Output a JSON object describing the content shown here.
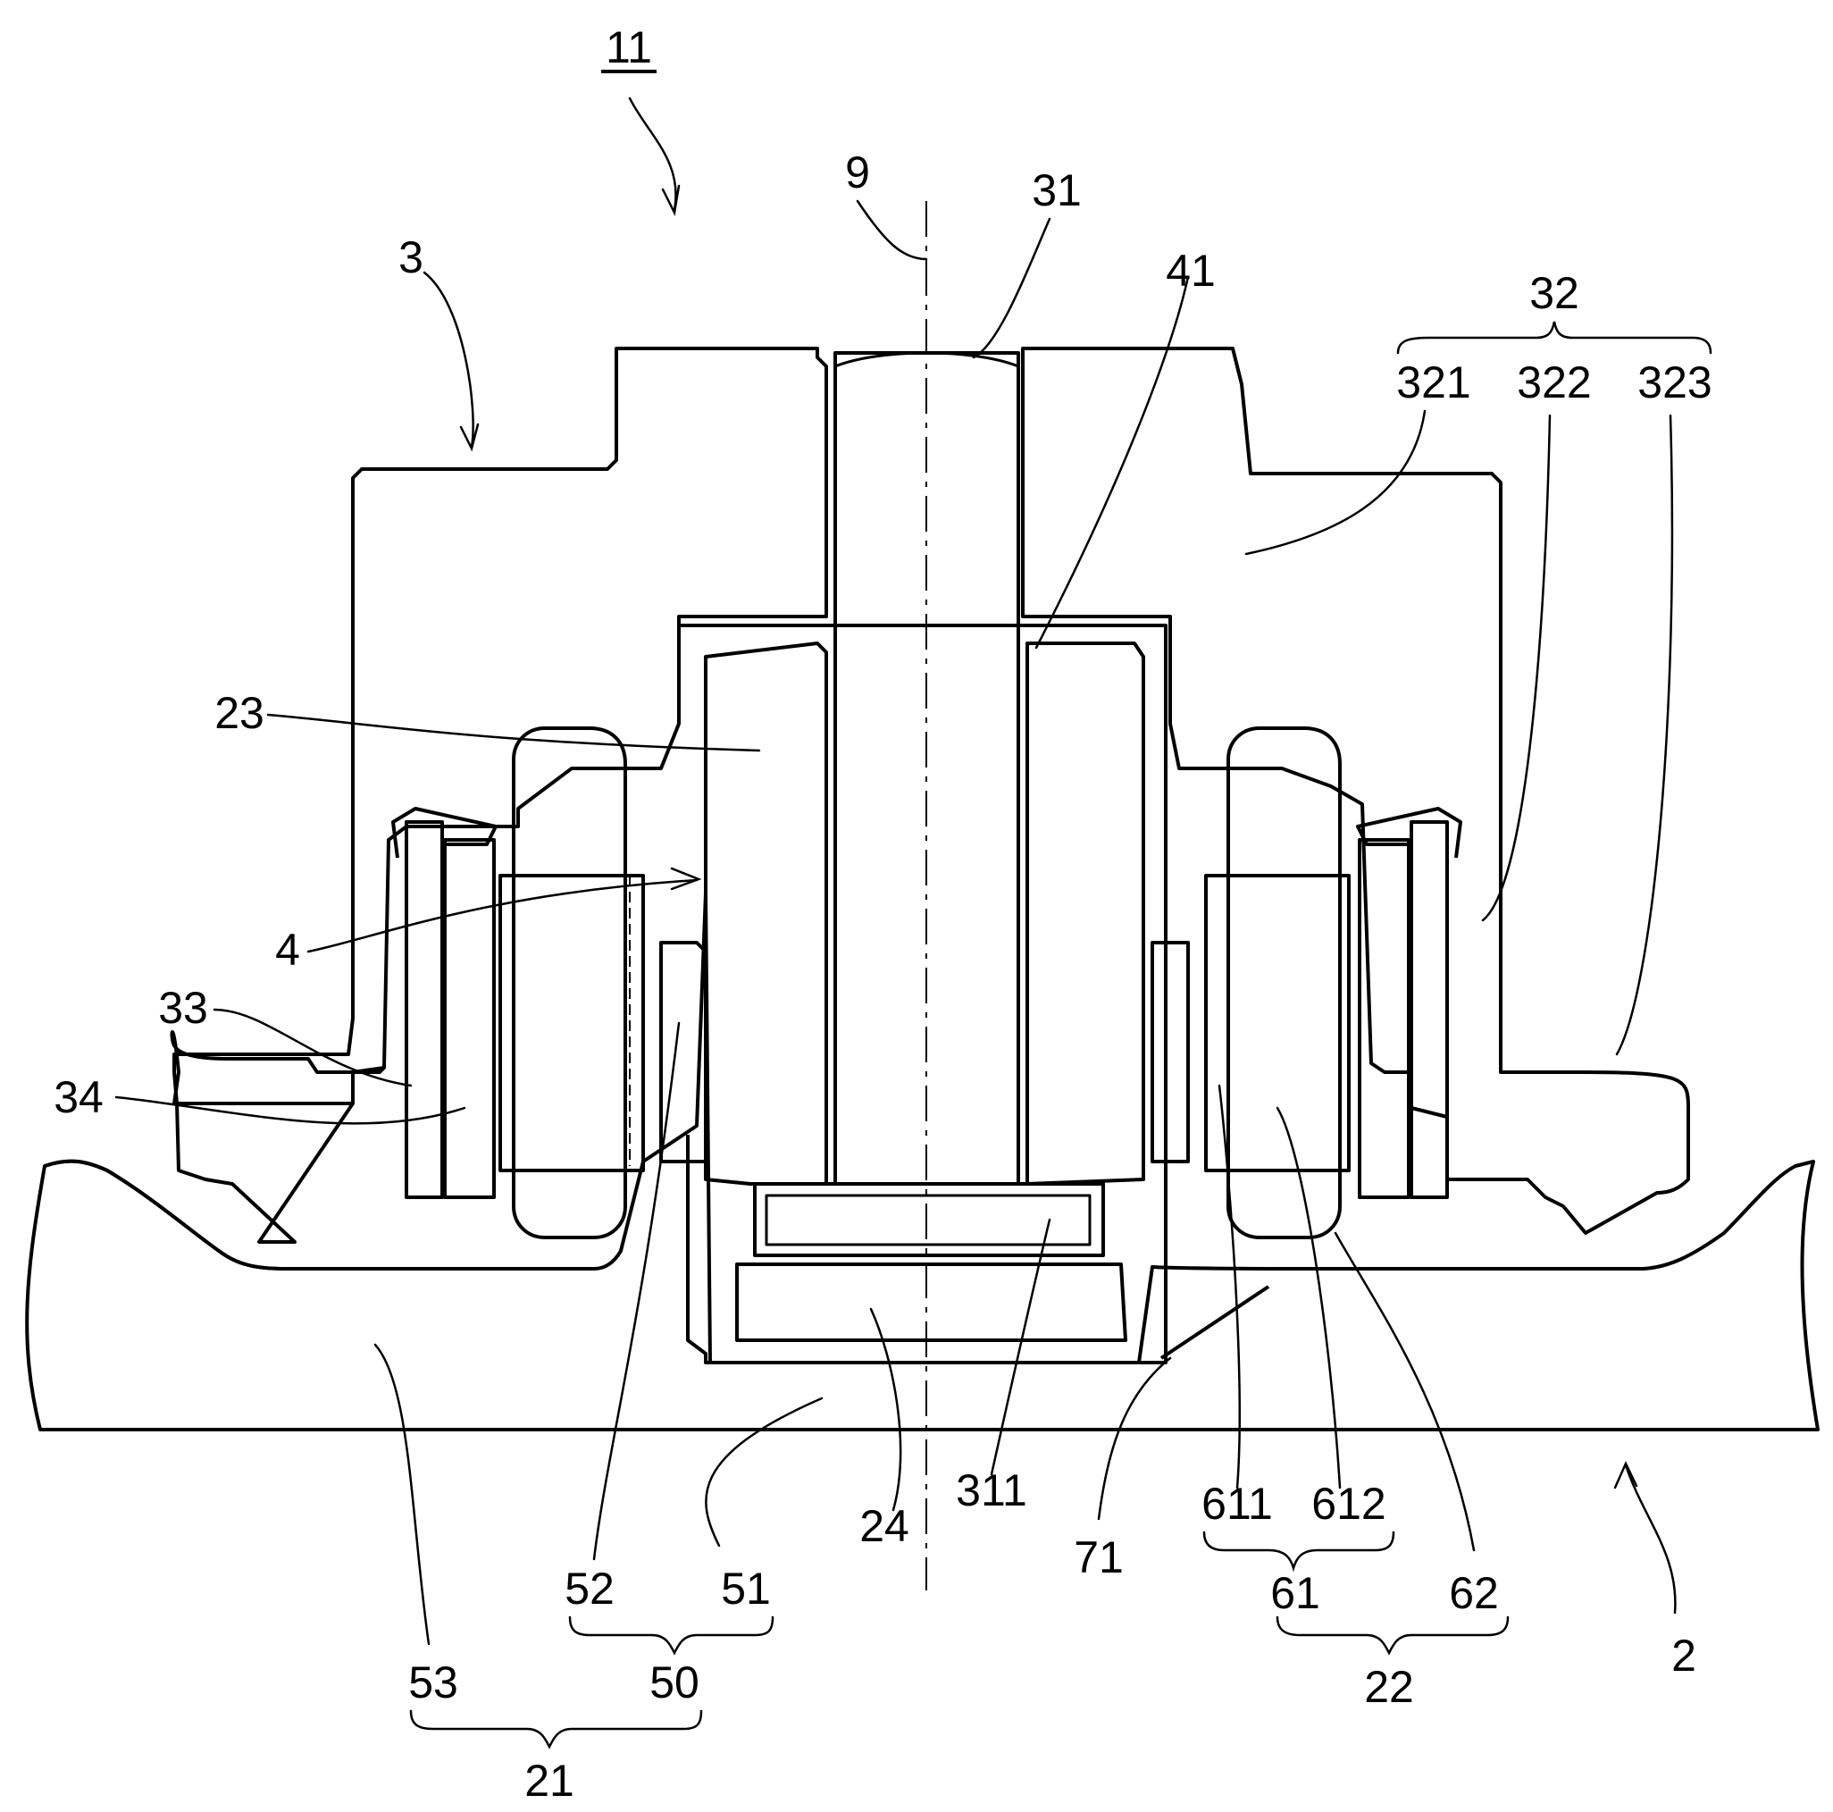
{
  "figure": {
    "title_number": "11",
    "labels": {
      "l9": "9",
      "l31": "31",
      "l41": "41",
      "l3": "3",
      "l32": "32",
      "l321": "321",
      "l322": "322",
      "l323": "323",
      "l23": "23",
      "l4": "4",
      "l33": "33",
      "l34": "34",
      "l24": "24",
      "l311": "311",
      "l71": "71",
      "l611": "611",
      "l612": "612",
      "l61": "61",
      "l62": "62",
      "l22": "22",
      "l52": "52",
      "l51": "51",
      "l50": "50",
      "l53": "53",
      "l21": "21",
      "l2": "2"
    }
  }
}
